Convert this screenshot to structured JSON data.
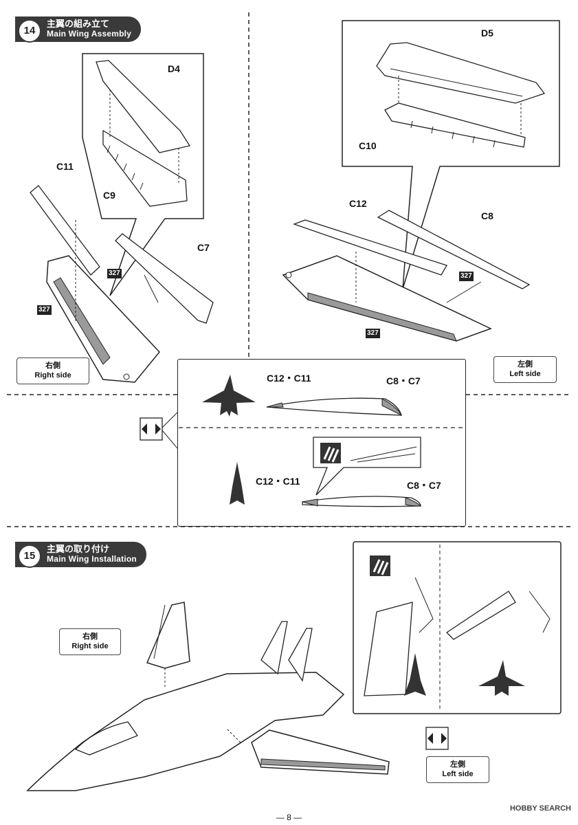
{
  "steps": [
    {
      "number": "14",
      "title_jp": "主翼の組み立て",
      "title_en": "Main Wing Assembly"
    },
    {
      "number": "15",
      "title_jp": "主翼の取り付け",
      "title_en": "Main Wing Installation"
    }
  ],
  "parts": {
    "d4": "D4",
    "d5": "D5",
    "c9": "C9",
    "c10": "C10",
    "c11": "C11",
    "c7": "C7",
    "c12": "C12",
    "c8": "C8",
    "c12_c11_a": "C12・C11",
    "c8_c7_a": "C8・C7",
    "c12_c11_b": "C12・C11",
    "c8_c7_b": "C8・C7"
  },
  "paint_code": "327",
  "sides": {
    "right_jp": "右側",
    "right_en": "Right side",
    "left_jp": "左側",
    "left_en": "Left side"
  },
  "page_number": "— 8 —",
  "brand": "HOBBY SEARCH",
  "colors": {
    "header_bg": "#3a3a3a",
    "gray_fill": "#9a9a9a",
    "dark_fill": "#333333"
  }
}
